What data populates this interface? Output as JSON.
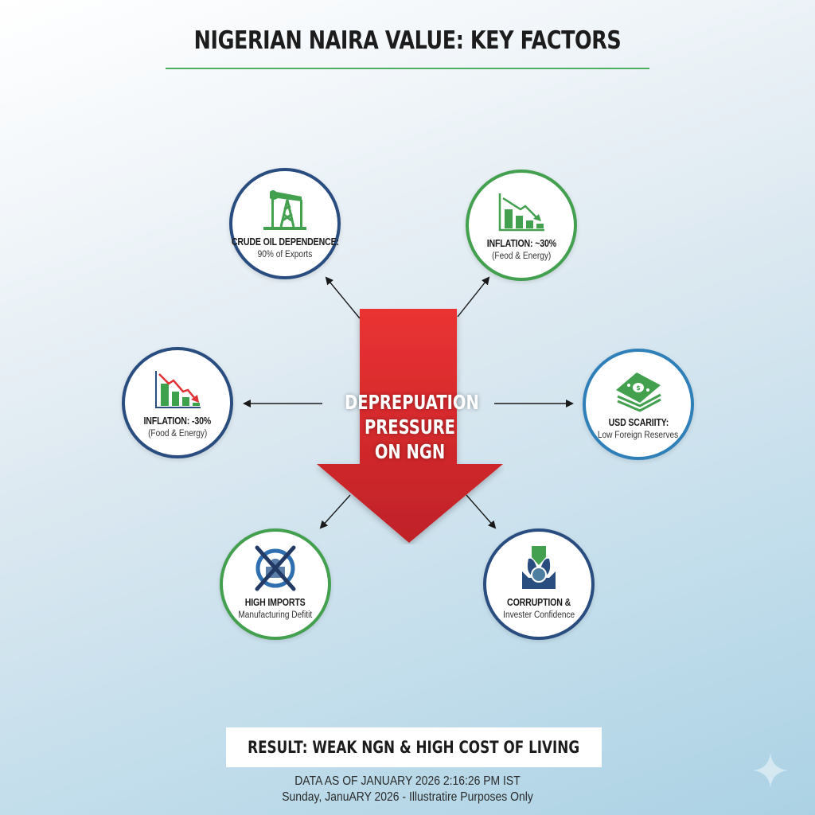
{
  "title": "NIGERIAN NAIRA VALUE: KEY FACTORS",
  "colors": {
    "title_rule": "#4caf62",
    "arrow_red": "#d8292e",
    "navy": "#2a4d80",
    "green": "#43a04f",
    "blue": "#2f80b9"
  },
  "center": {
    "lines": [
      "DEPREPUATION",
      "PRESSURE",
      "ON NGN"
    ]
  },
  "nodes": [
    {
      "id": "crude-oil",
      "label": "CRUDE OIL DEPENDENCE:",
      "sub": "90% of Exports",
      "icon": "oil-pump-icon",
      "border": "navy"
    },
    {
      "id": "inflation-top",
      "label": "INFLATION: ~30%",
      "sub": "(Feod & Energy)",
      "icon": "declining-bar-chart-icon",
      "border": "green"
    },
    {
      "id": "inflation-left",
      "label": "INFLATION: -30%",
      "sub": "(Food & Energy)",
      "icon": "declining-bar-chart-icon",
      "border": "navy"
    },
    {
      "id": "usd-scarcity",
      "label": "USD SCARIITY:",
      "sub": "Low Foreign Reserves",
      "icon": "cash-stack-icon",
      "border": "blue"
    },
    {
      "id": "high-imports",
      "label": "HIGH IMPORTS",
      "sub": "Manufacturing Defitit",
      "icon": "crossed-factory-icon",
      "border": "green"
    },
    {
      "id": "corruption",
      "label": "CORRUPTION &",
      "sub": "Invester Confidence",
      "icon": "investor-badge-icon",
      "border": "navy"
    }
  ],
  "result": "RESULT: WEAK NGN & HIGH COST OF LIVING",
  "footer": {
    "line1": "DATA AS OF JANUARY 2026 2:16:26 PM IST",
    "line2": "Sunday, JanuARY 2026 - Illustratire Purposes Only"
  },
  "watermark_icon": "sparkle-icon"
}
